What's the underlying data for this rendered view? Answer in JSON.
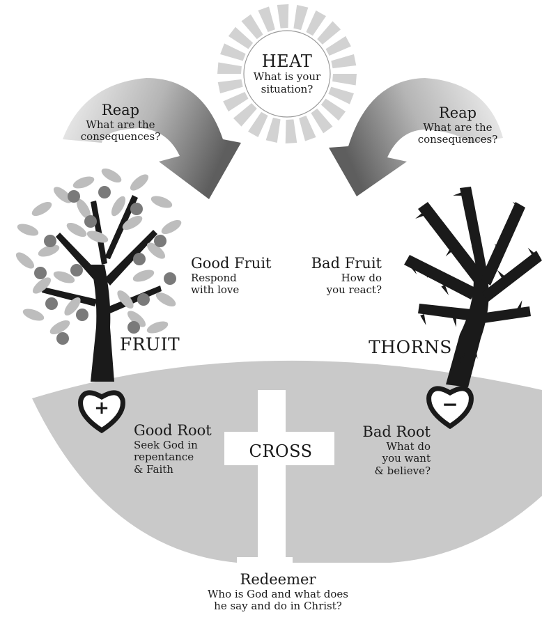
{
  "heat": {
    "title": "HEAT",
    "subtitle_line1": "What is your",
    "subtitle_line2": "situation?"
  },
  "reap_left": {
    "title": "Reap",
    "line1": "What are the",
    "line2": "consequences?"
  },
  "reap_right": {
    "title": "Reap",
    "line1": "What are the",
    "line2": "consequences?"
  },
  "good_fruit": {
    "title": "Good Fruit",
    "line1": "Respond",
    "line2": "with love"
  },
  "bad_fruit": {
    "title": "Bad Fruit",
    "line1": "How do",
    "line2": "you react?"
  },
  "fruit_label": "FRUIT",
  "thorns_label": "THORNS",
  "good_root": {
    "title": "Good Root",
    "line1": "Seek God in",
    "line2": "repentance",
    "line3": "& Faith"
  },
  "bad_root": {
    "title": "Bad Root",
    "line1": "What do",
    "line2": "you want",
    "line3": "& believe?"
  },
  "cross_label": "CROSS",
  "plus_symbol": "+",
  "minus_symbol": "−",
  "redeemer": {
    "title": "Redeemer",
    "line1": "Who is God and what does",
    "line2": "he say and do in Christ?"
  },
  "colors": {
    "ground": "#c9c9c9",
    "sun": "#d2d2d2",
    "arrow_dark": "#6e6e6e",
    "arrow_light": "#f2f2f2",
    "leaf": "#bdbdbd",
    "fruit": "#7a7a7a",
    "ink": "#1a1a1a"
  }
}
